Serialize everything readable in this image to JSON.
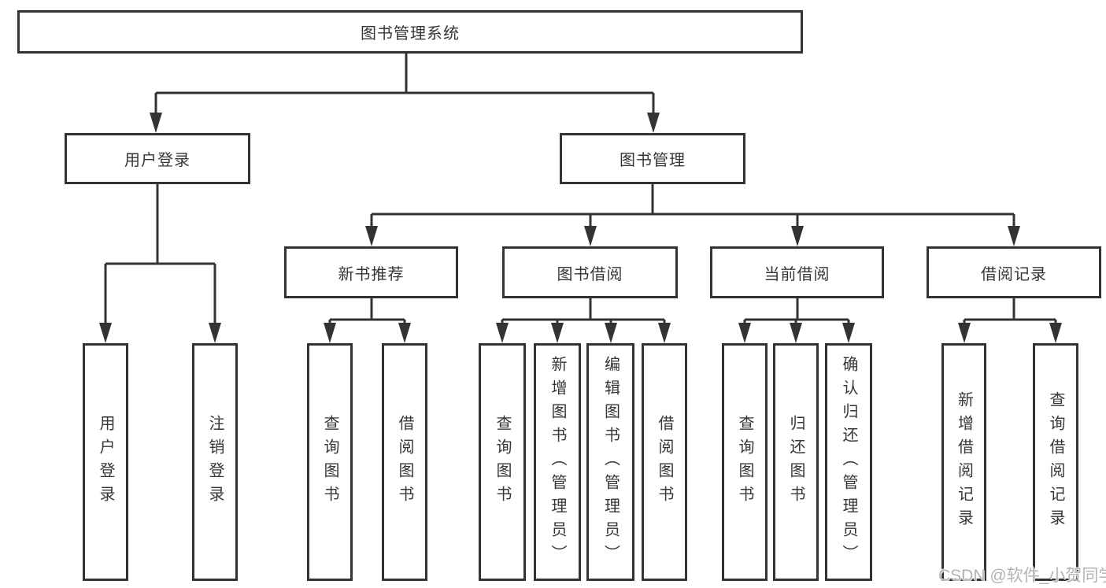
{
  "tree": {
    "label": "图书管理系统",
    "children": [
      {
        "label": "用户登录",
        "children": [
          {
            "label": "用户登录"
          },
          {
            "label": "注销登录"
          }
        ]
      },
      {
        "label": "图书管理",
        "children": [
          {
            "label": "新书推荐",
            "children": [
              {
                "label": "查询图书"
              },
              {
                "label": "借阅图书"
              }
            ]
          },
          {
            "label": "图书借阅",
            "children": [
              {
                "label": "查询图书"
              },
              {
                "label": "新增图书（管理员）"
              },
              {
                "label": "编辑图书（管理员）"
              },
              {
                "label": "借阅图书"
              }
            ]
          },
          {
            "label": "当前借阅",
            "children": [
              {
                "label": "查询图书"
              },
              {
                "label": "归还图书"
              },
              {
                "label": "确认归还（管理员）"
              }
            ]
          },
          {
            "label": "借阅记录",
            "children": [
              {
                "label": "新增借阅记录"
              },
              {
                "label": "查询借阅记录"
              }
            ]
          }
        ]
      }
    ]
  },
  "watermark": {
    "text": "CSDN @软件_小贺同学"
  },
  "colors": {
    "line": "#333333",
    "text": "#363636",
    "bg": "#ffffff",
    "watermark": "#b3b3b3"
  }
}
